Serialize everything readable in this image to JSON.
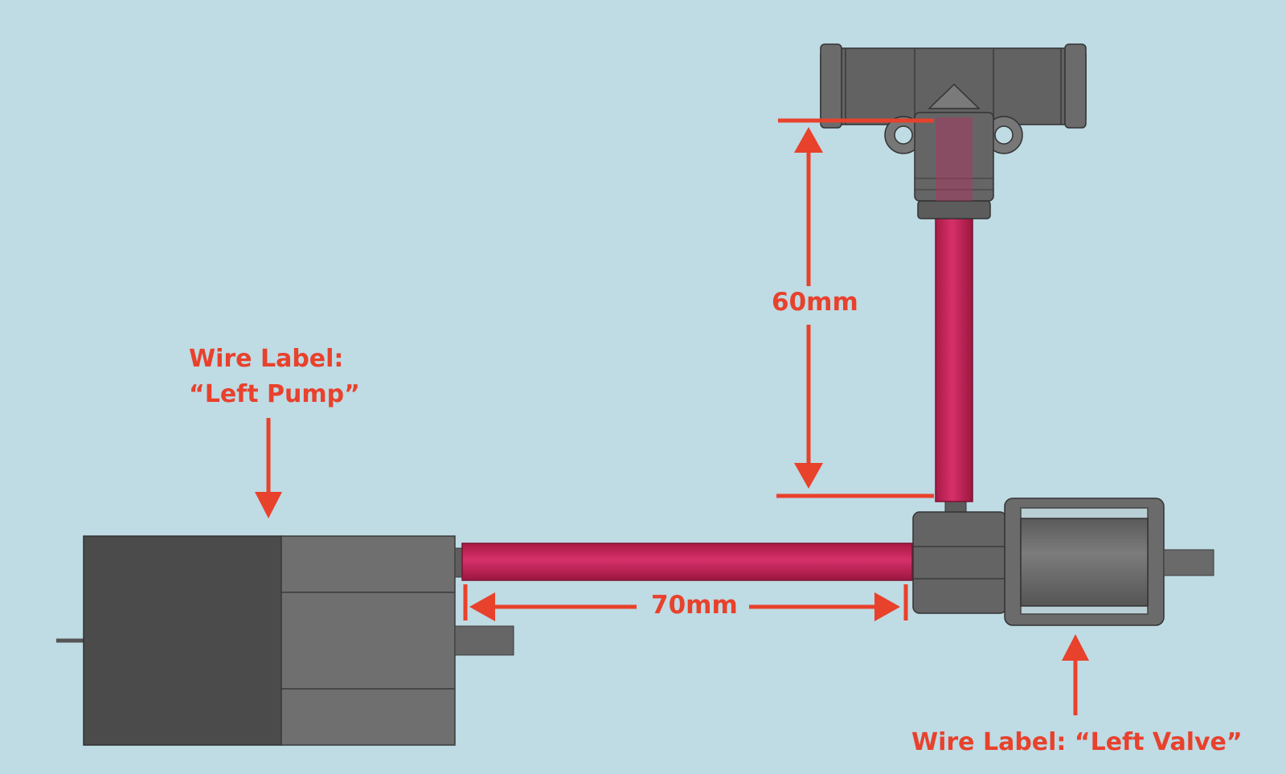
{
  "labels": {
    "pump_wire_line1": "Wire Label:",
    "pump_wire_line2": "“Left Pump”",
    "valve_wire": "Wire Label: “Left Valve”"
  },
  "dimensions": {
    "vertical_tube": "60mm",
    "horizontal_tube": "70mm"
  },
  "colors": {
    "background": "#bfdbe4",
    "annotation": "#e8412c",
    "tubing": "#c8245a",
    "component": "#6e6e6e"
  }
}
